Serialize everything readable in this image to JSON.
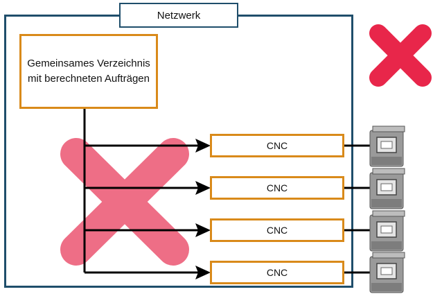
{
  "network": {
    "label": "Netzwerk"
  },
  "directory": {
    "label": "Gemeinsames Verzeichnis\nmit berechneten Aufträgen"
  },
  "cnc_nodes": [
    {
      "label": "CNC"
    },
    {
      "label": "CNC"
    },
    {
      "label": "CNC"
    },
    {
      "label": "CNC"
    }
  ],
  "colors": {
    "frame": "#1f4e6b",
    "box_border": "#d98a1a",
    "arrow": "#000000",
    "cross_big": "#e8264a",
    "cross_overlay": "#ee6e86",
    "machine": "#9a9a9a"
  },
  "icons": [
    "cross-icon",
    "cnc-machine-icon"
  ]
}
